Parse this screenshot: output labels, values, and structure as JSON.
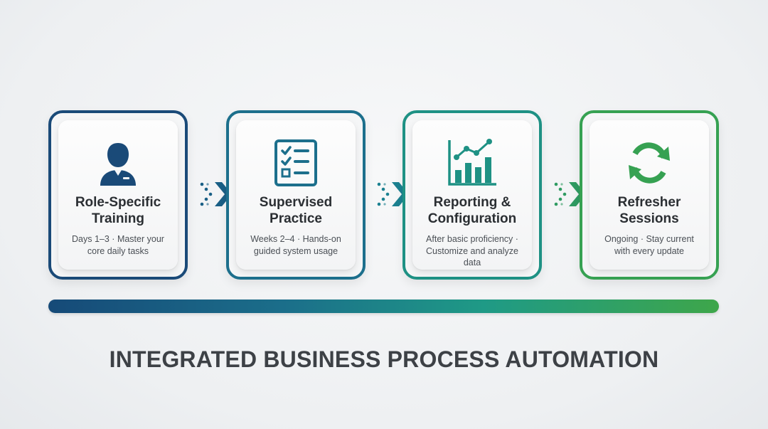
{
  "steps": [
    {
      "title_lines": [
        "Role-Specific",
        "Training"
      ],
      "desc_lines": [
        "Days 1–3 · Master your",
        "core daily tasks"
      ],
      "icon": "user-icon",
      "color": "#1a4a78"
    },
    {
      "title_lines": [
        "Supervised",
        "Practice"
      ],
      "desc_lines": [
        "Weeks 2–4 · Hands-on",
        "guided system usage"
      ],
      "icon": "checklist-icon",
      "color": "#1c6f8c"
    },
    {
      "title_lines": [
        "Reporting &",
        "Configuration"
      ],
      "desc_lines": [
        "After basic proficiency ·",
        "Customize and analyze",
        "data"
      ],
      "icon": "bar-chart-icon",
      "color": "#1e9184"
    },
    {
      "title_lines": [
        "Refresher",
        "Sessions"
      ],
      "desc_lines": [
        "Ongoing · Stay current",
        "with every update"
      ],
      "icon": "refresh-icon",
      "color": "#36a152"
    }
  ],
  "footer": {
    "title": "INTEGRATED BUSINESS PROCESS AUTOMATION"
  },
  "colors": {
    "connector_1": "#1a5f86",
    "connector_2": "#1c8191",
    "connector_3": "#2f9b62",
    "text_dark": "#2b2f33"
  }
}
